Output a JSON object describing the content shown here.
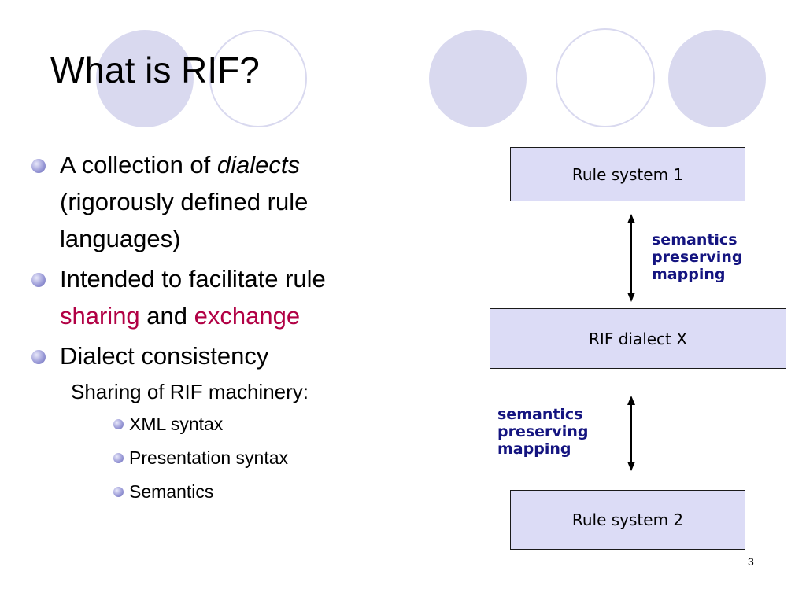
{
  "slide": {
    "title": "What is RIF?",
    "page_number": "3",
    "decor_color": "#d9d9ef",
    "accent_color": "#b10044"
  },
  "bullets": [
    {
      "pre": "A collection of ",
      "em": "dialects",
      "rest": "(rigorously defined rule languages)"
    },
    {
      "pre": "Intended to facilitate rule",
      "word1": "sharing",
      "mid": " and ",
      "word2": "exchange"
    },
    {
      "text": "Dialect consistency",
      "sub": "Sharing of RIF machinery:",
      "items": [
        "XML syntax",
        "Presentation syntax",
        "Semantics"
      ]
    }
  ],
  "diagram": {
    "box_top": "Rule system 1",
    "box_middle": "RIF dialect X",
    "box_bottom": "Rule system 2",
    "mapping_upper": [
      "semantics",
      "preserving",
      "mapping"
    ],
    "mapping_lower": [
      "semantics",
      "preserving",
      "mapping"
    ],
    "box_fill": "#dcdcf6",
    "label_color": "#141480"
  }
}
